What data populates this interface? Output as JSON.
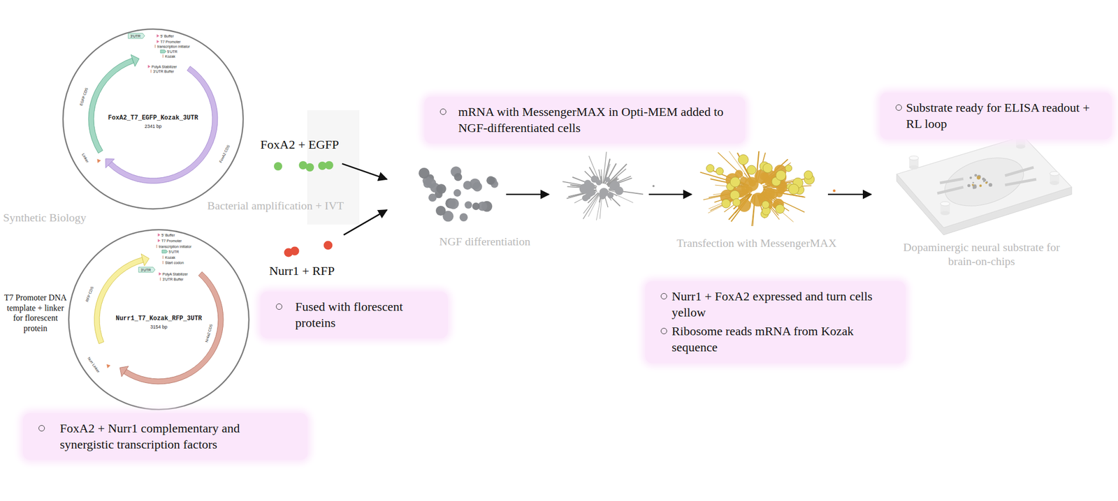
{
  "diagram": {
    "nodes": [
      {
        "text": [
          "FoxA2_T7_EGFP_Kozak_3UTR",
          "2341 bp",
          "3'UTR",
          "5' Buffer",
          "T7 Promoter",
          "transcription initiator",
          "5'UTR",
          "Kozak",
          "PolyA Stabilizer",
          "3'UTR Buffer",
          "EGFP CDS",
          "Linker",
          "FoxA2 CDS"
        ]
      },
      {
        "text": [
          "Nurr1_T7_Kozak_RFP_3UTR",
          "3154 bp",
          "5' Buffer",
          "T7 Promoter",
          "transcription initiator",
          "5'UTR",
          "Kozak",
          "Start codon",
          "3'UTR",
          "PolyA Stabilizer",
          "3'UTR Buffer",
          "RFP CDS",
          "Nurr Linker",
          "Nr4a2 CDS"
        ]
      },
      {
        "text": [
          "FoxA2 + Nurr1 complementary and synergistic transcription factors"
        ]
      },
      {
        "text": [
          "Fused with florescent proteins"
        ]
      },
      {
        "text": [
          "mRNA with MessengerMAX in Opti-MEM added to NGF-differentiated cells"
        ]
      },
      {
        "text": [
          "Nurr1 + FoxA2 expressed and turn cells yellow",
          "Ribosome reads mRNA from Kozak sequence"
        ]
      },
      {
        "text": [
          "Substrate ready for ELISA readout + RL loop"
        ]
      }
    ],
    "labels": [
      "Synthetic Biology",
      "T7 Promoter DNA template + linker for florescent protein",
      "FoxA2 + EGFP",
      "Bacterial amplification + IVT",
      "Nurr1 + RFP",
      "NGF differentiation",
      "Transfection with MessengerMAX",
      "Dopaminergic neural substrate for brain-on-chips"
    ]
  }
}
